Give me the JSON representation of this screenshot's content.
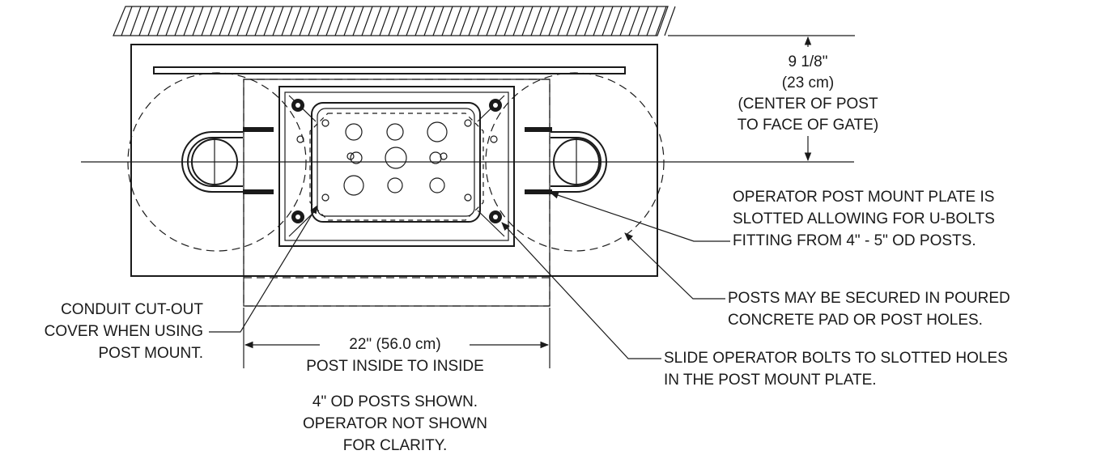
{
  "dimension_top": {
    "line1": "9 1/8\"",
    "line2": "(23 cm)",
    "line3": "(CENTER OF POST",
    "line4": "TO FACE OF GATE)"
  },
  "callout_ubolts": {
    "line1": "OPERATOR POST MOUNT PLATE IS",
    "line2": "SLOTTED ALLOWING FOR U-BOLTS",
    "line3": "FITTING FROM 4\" - 5\" OD POSTS."
  },
  "callout_posts": {
    "line1": "POSTS MAY BE SECURED IN POURED",
    "line2": "CONCRETE PAD OR POST HOLES."
  },
  "callout_slide": {
    "line1": "SLIDE OPERATOR BOLTS TO SLOTTED HOLES",
    "line2": "IN THE POST MOUNT PLATE."
  },
  "callout_conduit": {
    "line1": "CONDUIT CUT-OUT",
    "line2": "COVER WHEN USING",
    "line3": "POST MOUNT."
  },
  "dimension_bottom": {
    "line1": "22\"  (56.0 cm)",
    "line2": "POST INSIDE TO INSIDE"
  },
  "note": {
    "line1": "4\" OD POSTS SHOWN.",
    "line2": "OPERATOR NOT SHOWN",
    "line3": "FOR CLARITY."
  }
}
